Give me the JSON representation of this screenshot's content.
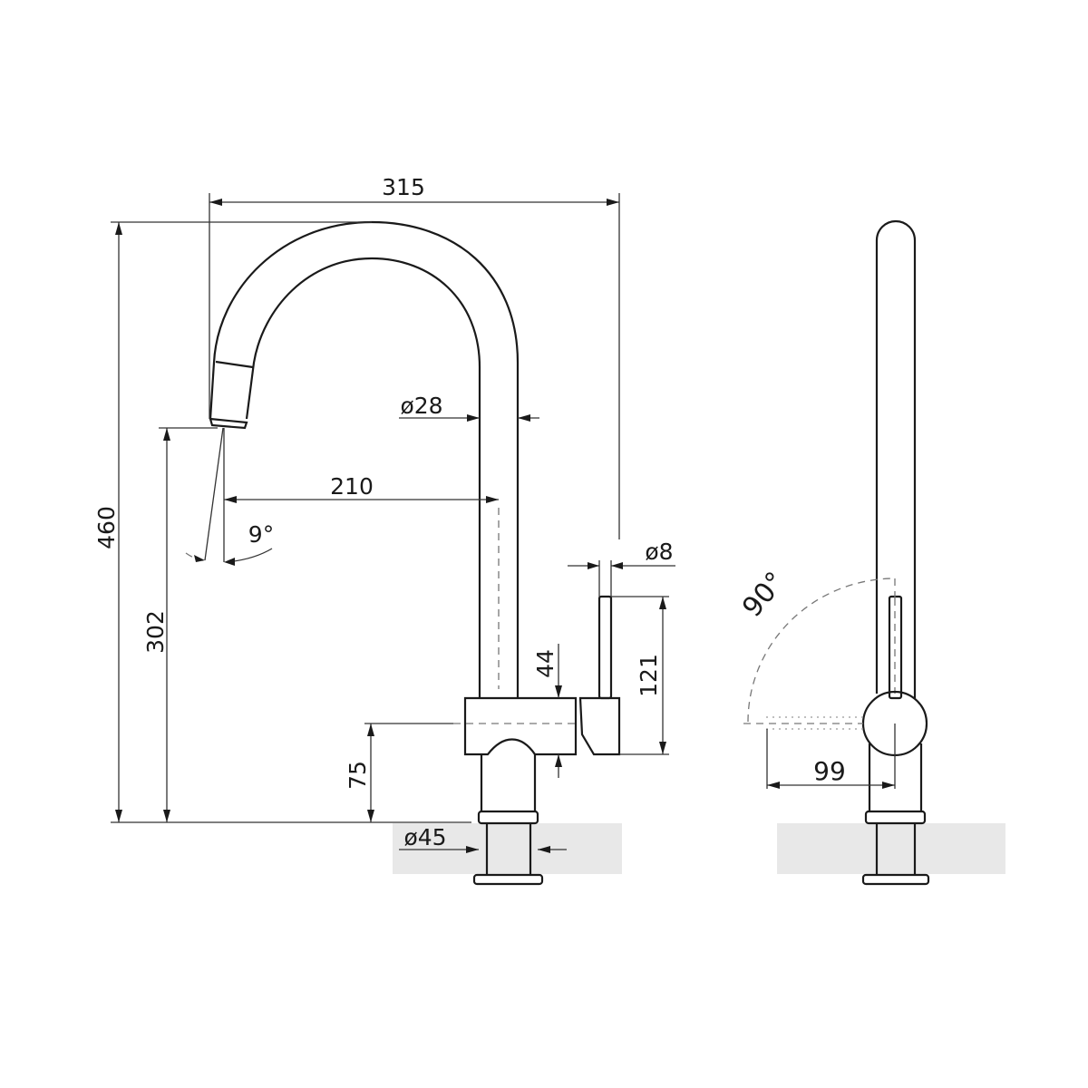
{
  "drawing": {
    "subject": "Kitchen faucet technical drawing",
    "colors": {
      "line": "#1a1a1a",
      "countertop": "#e8e8e8",
      "background": "#ffffff"
    },
    "front_view": {
      "dimensions": {
        "overall_reach": "315",
        "overall_height": "460",
        "spout_outlet_height": "302",
        "spout_reach": "210",
        "spout_diameter": "ø28",
        "swivel_angle": "9°",
        "lever_diameter": "ø8",
        "lever_height": "121",
        "body_height": "44",
        "body_axis_height": "75",
        "base_diameter": "ø45"
      }
    },
    "side_view": {
      "dimensions": {
        "lever_rotation": "90°",
        "lever_reach": "99"
      }
    }
  }
}
